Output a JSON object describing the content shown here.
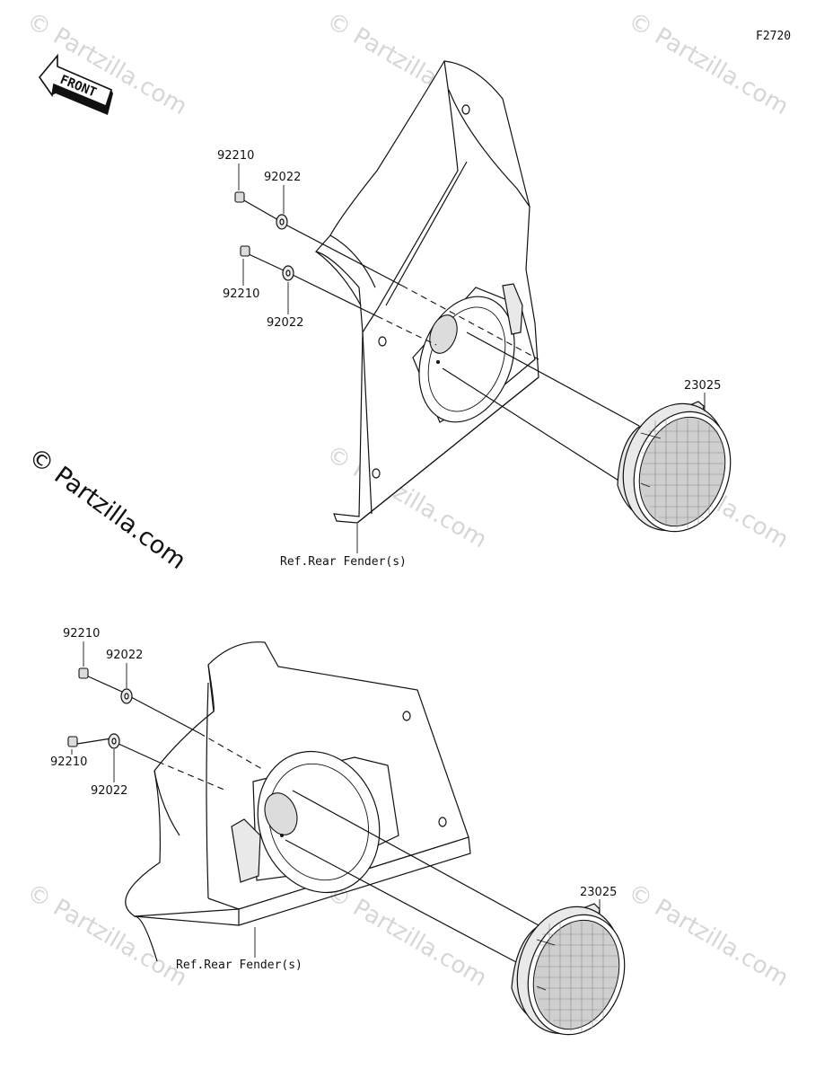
{
  "figure_code": "F2720",
  "front_arrow_label": "FRONT",
  "watermark": "© Partzilla.com",
  "upper_assembly": {
    "labels": {
      "nut_a": "92210",
      "washer_a": "92022",
      "nut_b": "92210",
      "washer_b": "92022",
      "cover": "23025",
      "reference": "Ref.Rear Fender(s)"
    }
  },
  "lower_assembly": {
    "labels": {
      "nut_a": "92210",
      "washer_a": "92022",
      "nut_b": "92210",
      "washer_b": "92022",
      "cover": "23025",
      "reference": "Ref.Rear Fender(s)"
    }
  }
}
